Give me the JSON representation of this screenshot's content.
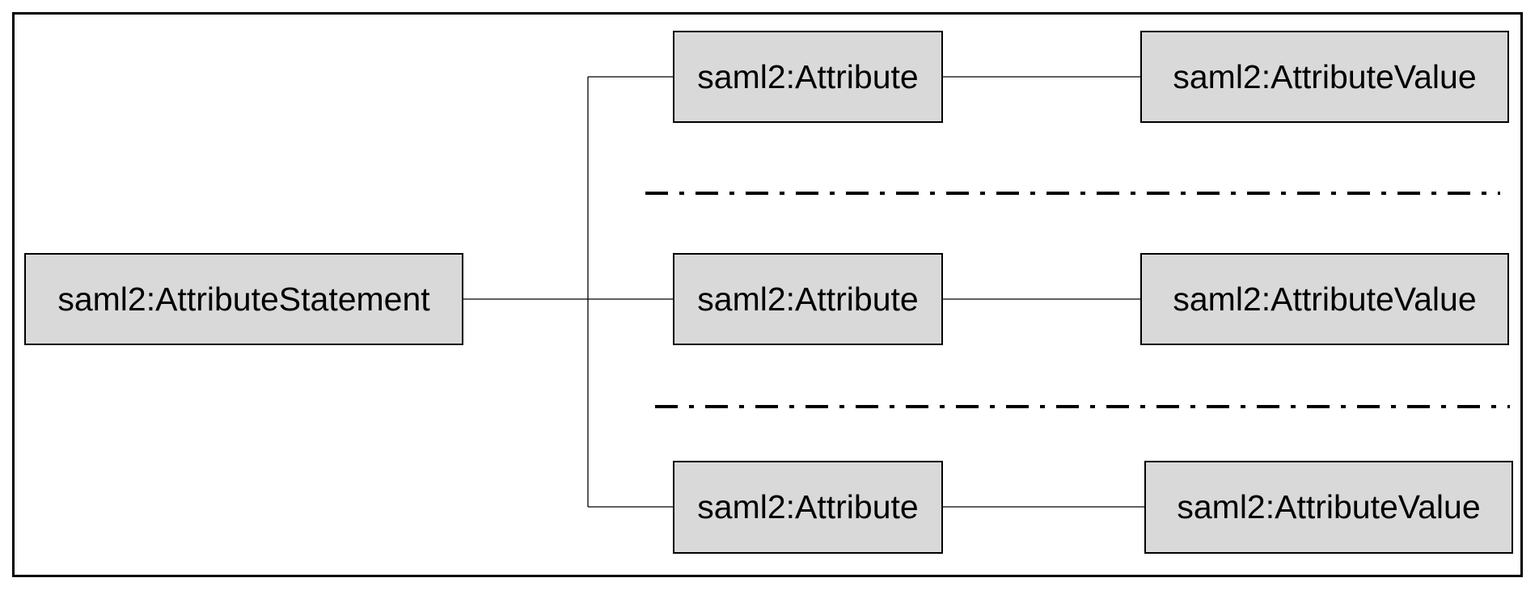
{
  "diagram": {
    "root": {
      "label": "saml2:AttributeStatement"
    },
    "attributes": [
      {
        "label": "saml2:Attribute",
        "value_label": "saml2:AttributeValue"
      },
      {
        "label": "saml2:Attribute",
        "value_label": "saml2:AttributeValue"
      },
      {
        "label": "saml2:Attribute",
        "value_label": "saml2:AttributeValue"
      }
    ],
    "separators": [
      "ellipsis-dash-dot",
      "ellipsis-dash-dot"
    ],
    "colors": {
      "box_fill": "#d9d9d9",
      "stroke": "#000000",
      "background": "#ffffff"
    }
  }
}
